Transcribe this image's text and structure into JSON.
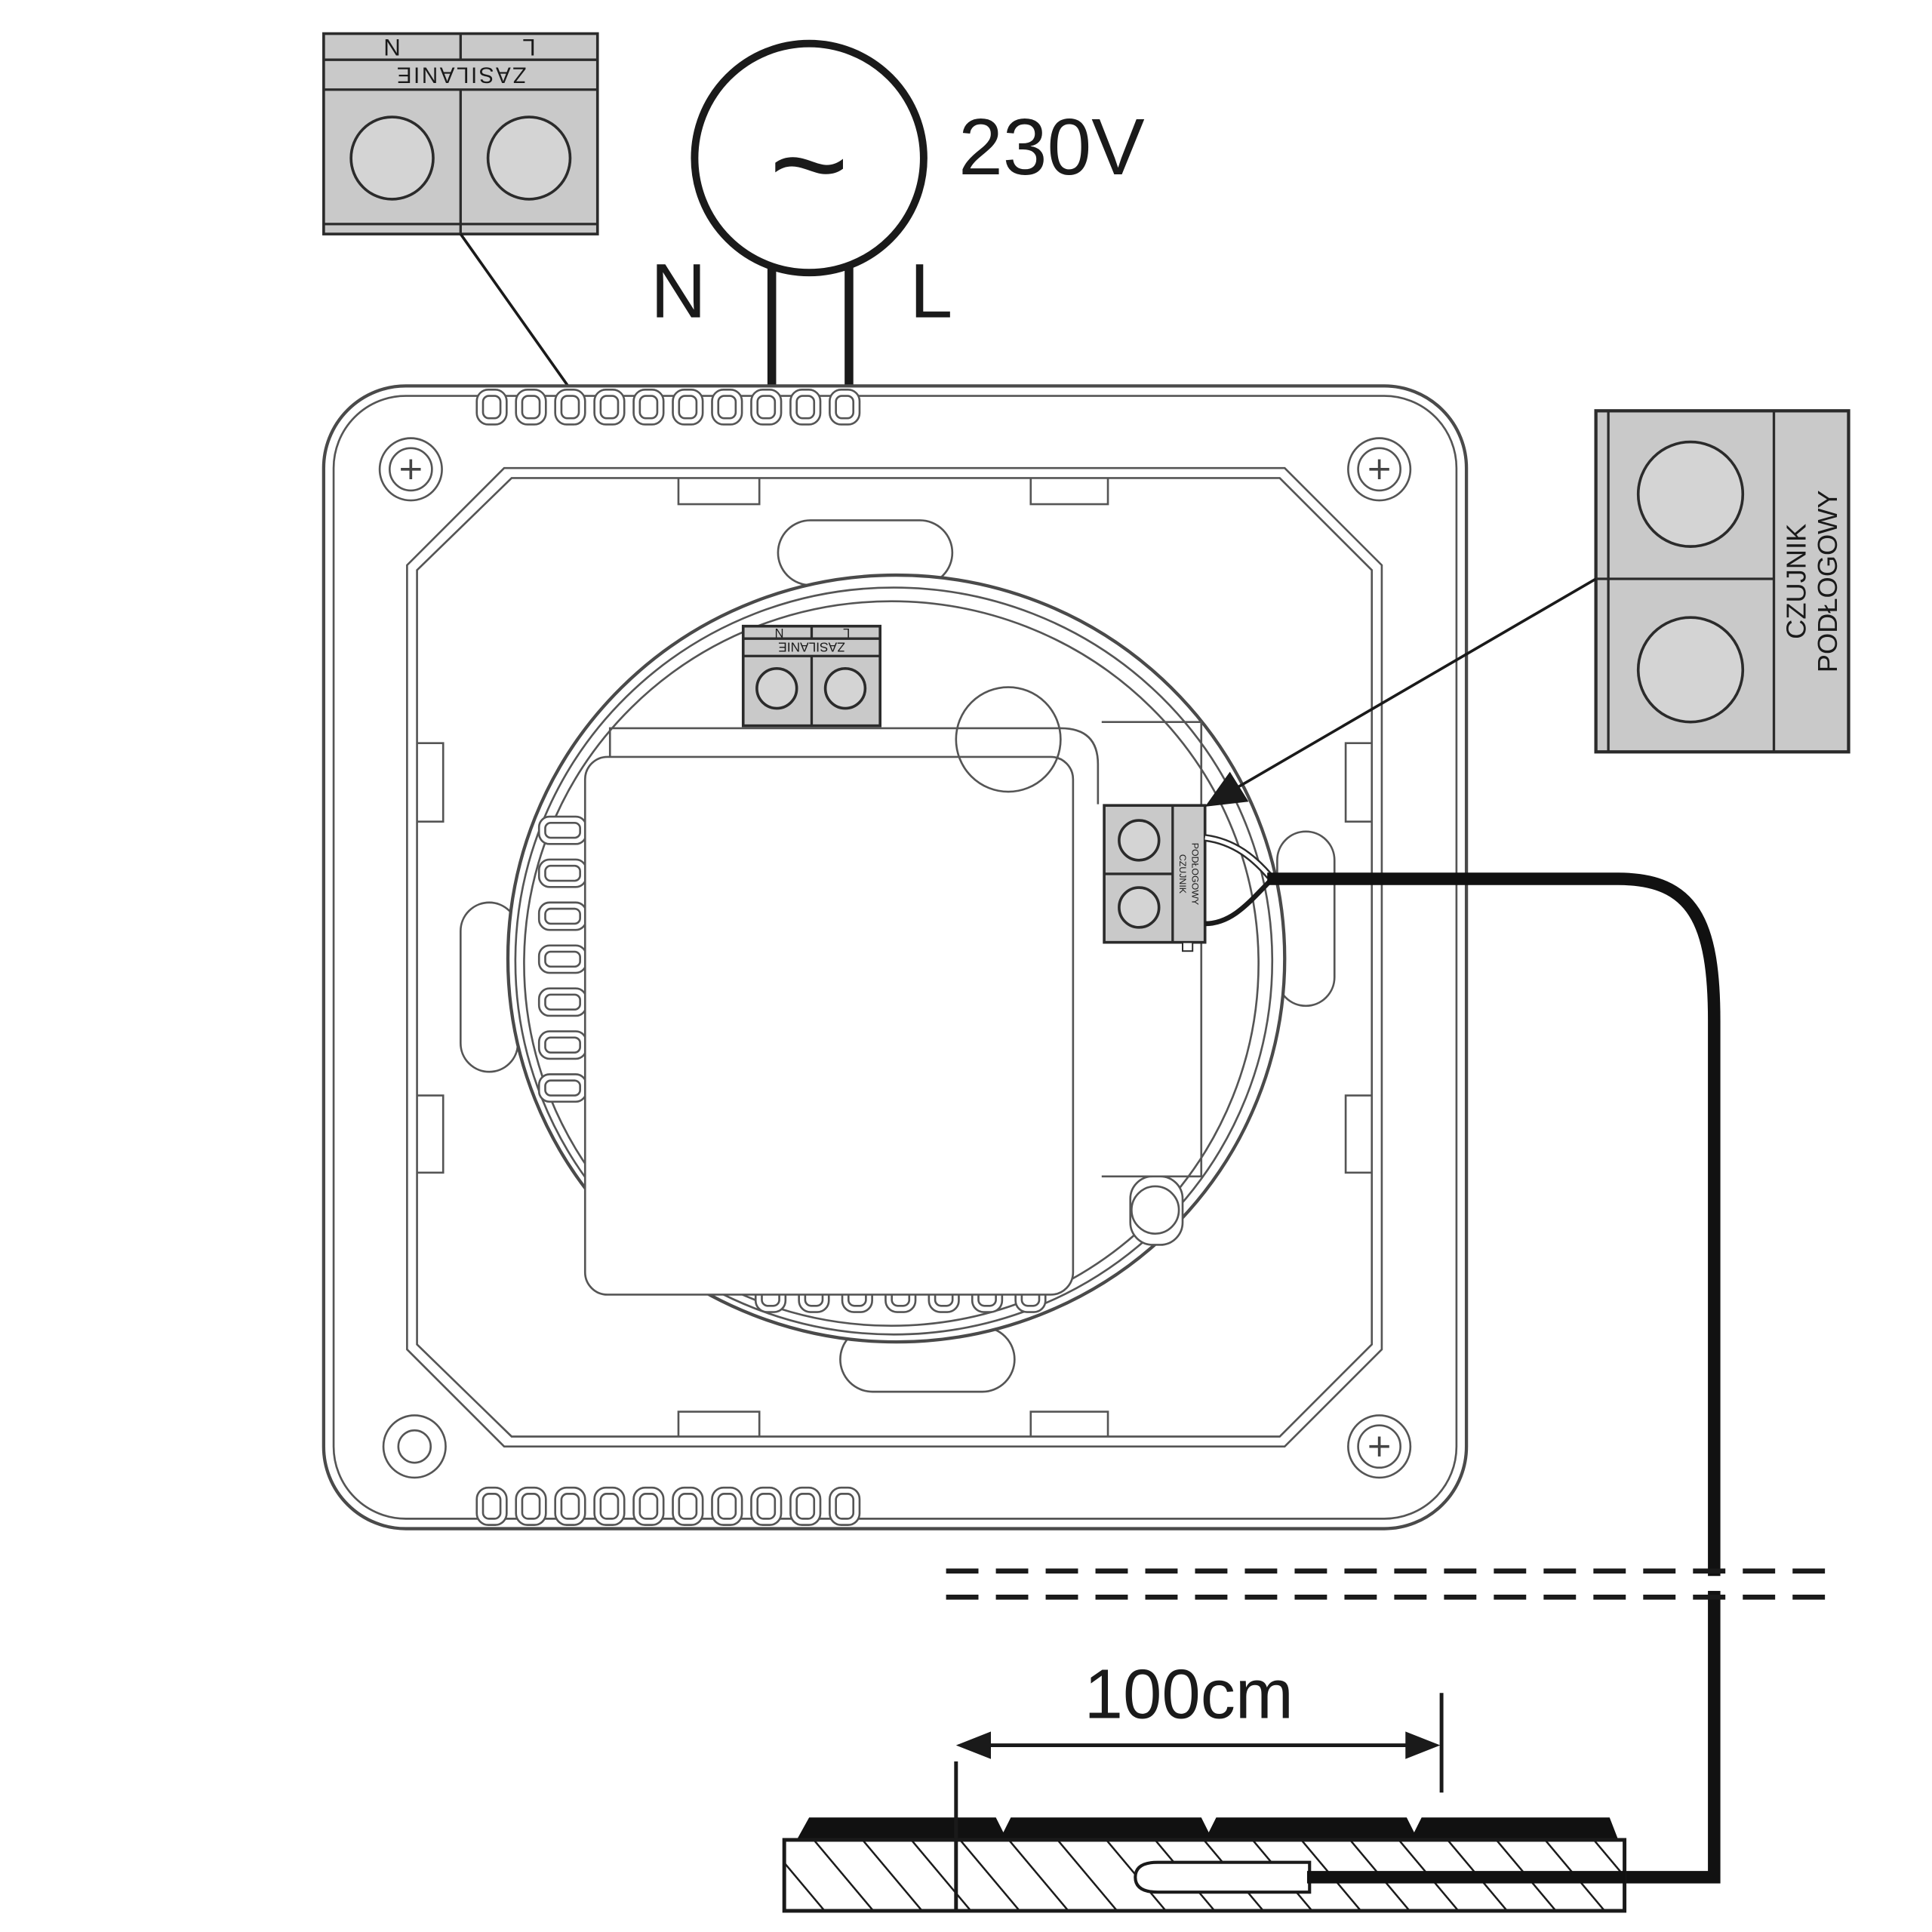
{
  "power_terminal": {
    "label": "ZASILANIE",
    "n": "N",
    "l": "L"
  },
  "source": {
    "symbol": "~",
    "voltage": "230V",
    "wire_n": "N",
    "wire_l": "L"
  },
  "device_power_terminal": {
    "label": "ZASILANIE",
    "n": "N",
    "l": "L"
  },
  "device_sensor_terminal": {
    "line1": "CZUJNIK",
    "line2": "PODŁOGOWY"
  },
  "sensor_terminal": {
    "line1": "CZUJNIK",
    "line2": "PODŁOGOWY"
  },
  "sensor_distance": "100cm",
  "colors": {
    "terminal_fill": "#c9c9c9",
    "cable": "#111111"
  }
}
